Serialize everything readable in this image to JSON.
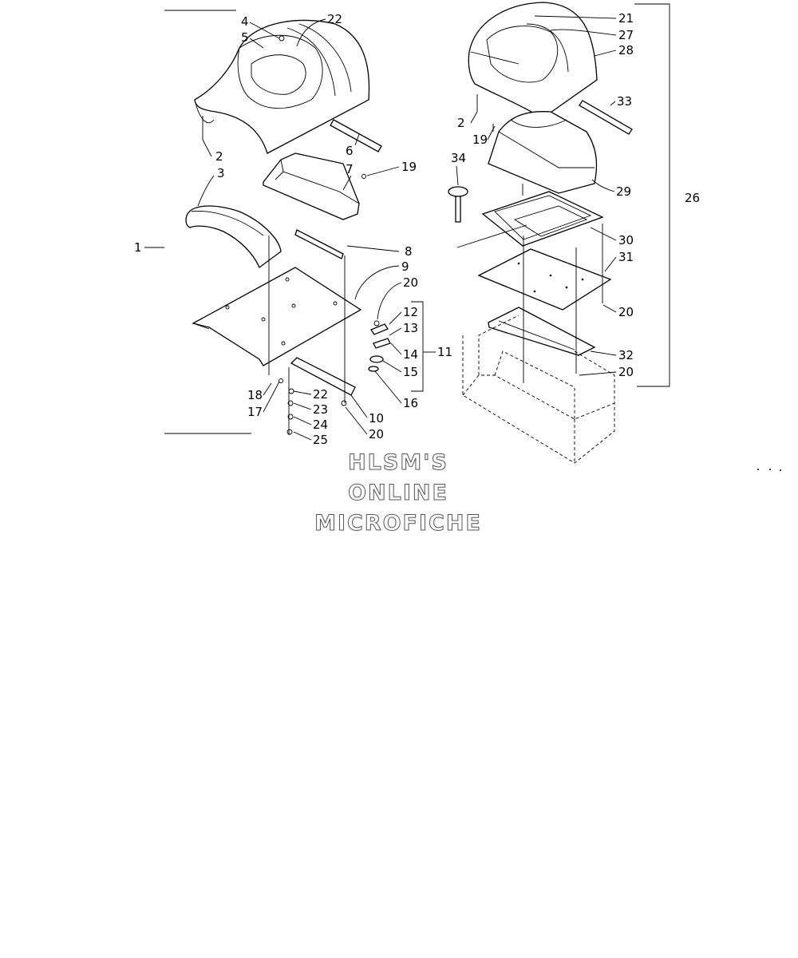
{
  "diagram": {
    "callouts_left": [
      "1",
      "2",
      "3",
      "4",
      "5",
      "6",
      "7",
      "8",
      "9",
      "10",
      "11",
      "12",
      "13",
      "14",
      "15",
      "16",
      "17",
      "18",
      "19",
      "20",
      "20",
      "22",
      "22",
      "23",
      "24",
      "25"
    ],
    "callouts_right": [
      "2",
      "19",
      "20",
      "20",
      "21",
      "26",
      "27",
      "28",
      "29",
      "30",
      "31",
      "32",
      "33",
      "34"
    ]
  },
  "watermark": {
    "line1": "HLSM'S",
    "line2": "ONLINE",
    "line3": "MICROFICHE"
  }
}
